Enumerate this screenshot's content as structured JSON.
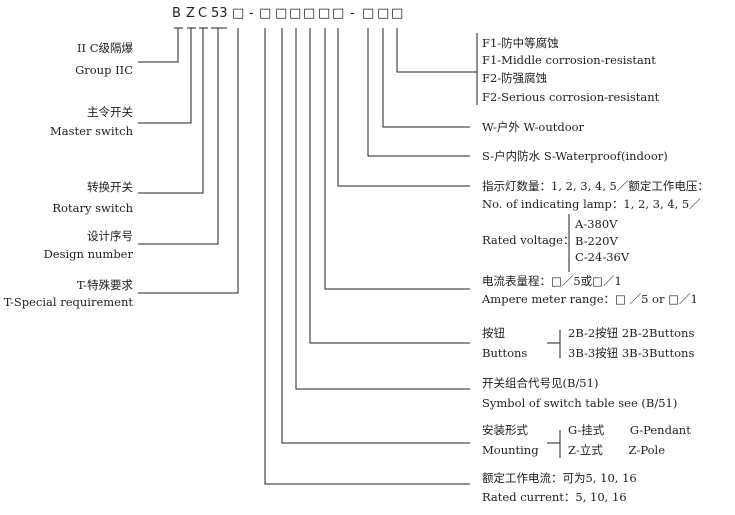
{
  "model_code": {
    "prefix": [
      "B",
      "Z",
      "C",
      "53"
    ],
    "sep": "-",
    "box": "□"
  },
  "left_labels": [
    {
      "zh": "II C级隔爆",
      "en": "Group IIC"
    },
    {
      "zh": "主令开关",
      "en": "Master switch"
    },
    {
      "zh": "转换开关",
      "en": "Rotary switch"
    },
    {
      "zh": "设计序号",
      "en": "Design number"
    },
    {
      "zh": "T-特殊要求",
      "en": "T-Special requirement"
    }
  ],
  "corrosion": [
    "F1-防中等腐蚀",
    "F1-Middle corrosion-resistant",
    "F2-防强腐蚀",
    "F2-Serious corrosion-resistant"
  ],
  "outdoor": "W-户外  W-outdoor",
  "waterproof": "S-户内防水  S-Waterproof(indoor)",
  "lamp": {
    "zh": "指示灯数量：1, 2, 3, 4, 5／额定工作电压：",
    "en": "No. of indicating lamp：1, 2, 3, 4, 5／",
    "voltage_label": "Rated voltage：",
    "voltages": [
      "A-380V",
      "B-220V",
      "C-24-36V"
    ]
  },
  "ammeter": {
    "zh": "电流表量程：□／5或□／1",
    "en": "Ampere meter range：□ ／5 or □／1"
  },
  "buttons": {
    "zh": "按钮",
    "en": "Buttons",
    "options": [
      "2B-2按钮  2B-2Buttons",
      "3B-3按钮  3B-3Buttons"
    ]
  },
  "switch_table": {
    "zh": "开关组合代号见(B/51)",
    "en": "Symbol of switch table see (B/51)"
  },
  "mounting": {
    "zh": "安装形式",
    "en": "Mounting",
    "options": [
      "G-挂式       G-Pendant",
      "Z-立式       Z-Pole"
    ]
  },
  "rated_current": {
    "zh": "额定工作电流：可为5, 10, 16",
    "en": "Rated current：5, 10, 16"
  }
}
